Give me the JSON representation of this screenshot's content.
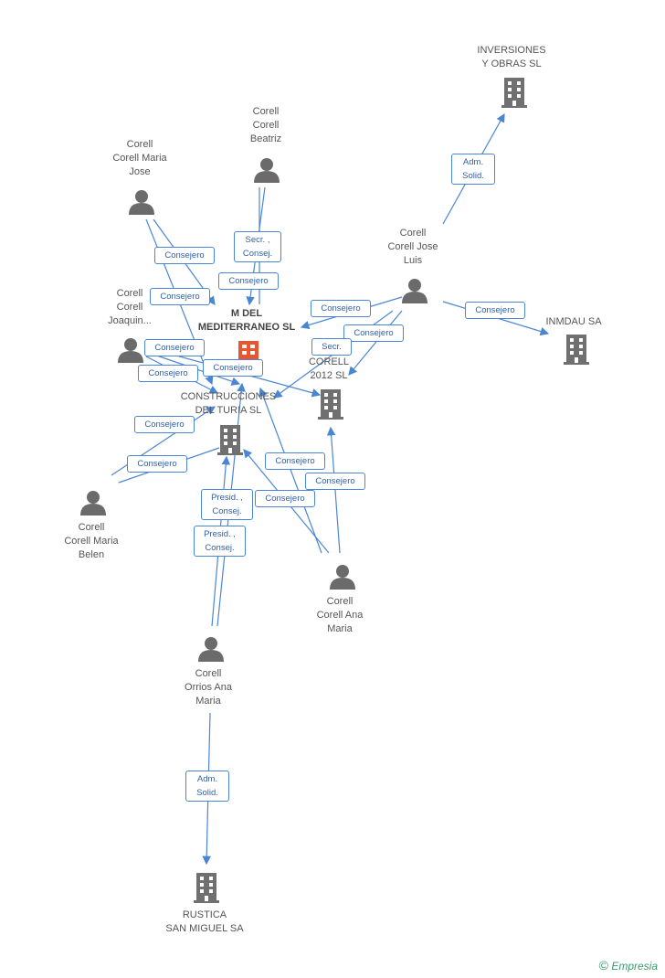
{
  "nodes": {
    "inversiones": "INVERSIONES\nY OBRAS SL",
    "beatriz": "Corell\nCorell\nBeatriz",
    "maria_jose": "Corell\nCorell Maria\nJose",
    "jose_luis": "Corell\nCorell Jose\nLuis",
    "inmdau": "INMDAU SA",
    "joaquin": "Corell\nCorell\nJoaquin...",
    "mdel": "M DEL\nMEDITERRANEO SL",
    "corell2012": "CORELL\n2012 SL",
    "construcciones": "CONSTRUCCIONES\nDEL TURIA SL",
    "belen": "Corell\nCorell Maria\nBelen",
    "ana_maria": "Corell\nCorell Ana\nMaria",
    "orrios": "Corell\nOrrios Ana\nMaria",
    "rustica": "RUSTICA\nSAN MIGUEL SA"
  },
  "roles": {
    "r_adm_top": "Adm.\nSolid.",
    "r_secr_beatriz": "Secr. ,\nConsej.",
    "r_consejero_mj": "Consejero",
    "r_consejero_bea": "Consejero",
    "r_consejero_mj2": "Consejero",
    "r_consejero_jl1": "Consejero",
    "r_consejero_inm": "Consejero",
    "r_consejero_jl2": "Consejero",
    "r_secr_2012": "Secr.",
    "r_consejero_jq1": "Consejero",
    "r_consejero_jq2": "Consejero",
    "r_consejero_jq3": "Consejero",
    "r_consejero_bl1": "Consejero",
    "r_consejero_bl2": "Consejero",
    "r_consejero_am1": "Consejero",
    "r_consejero_am2": "Consejero",
    "r_consejero_am3": "Consejero",
    "r_presid1": "Presid. ,\nConsej.",
    "r_presid2": "Presid. ,\nConsej.",
    "r_adm_bottom": "Adm.\nSolid."
  },
  "colors": {
    "edge": "#4a86d4",
    "company": "#707070",
    "highlight": "#e8552e",
    "person": "#6b6b6b"
  },
  "brand": {
    "symbol": "©",
    "name": "Empresia"
  }
}
